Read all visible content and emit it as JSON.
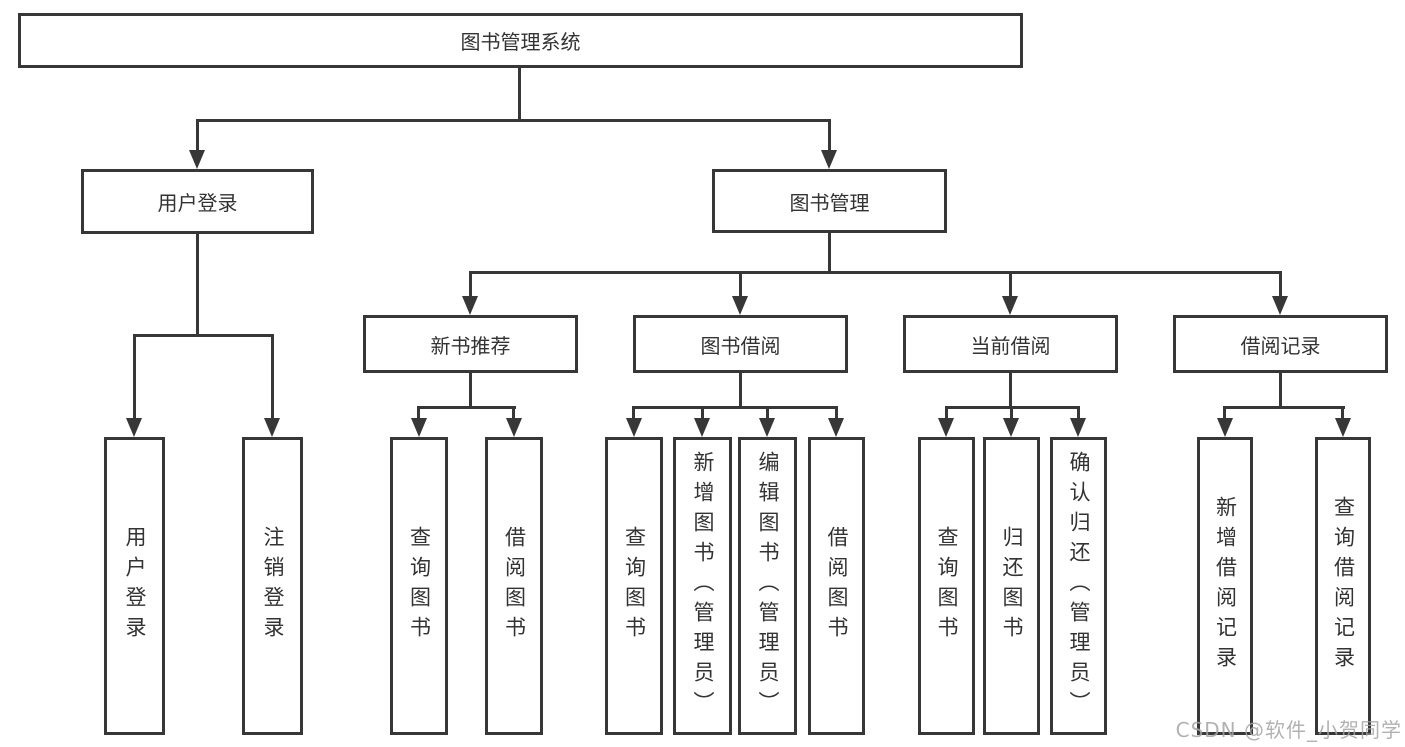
{
  "tree": {
    "root": {
      "label": "图书管理系统"
    },
    "branches": [
      {
        "label": "用户登录",
        "children": [
          {
            "label": "用户登录"
          },
          {
            "label": "注销登录"
          }
        ]
      },
      {
        "label": "图书管理",
        "children": [
          {
            "label": "新书推荐",
            "children": [
              {
                "label": "查询图书"
              },
              {
                "label": "借阅图书"
              }
            ]
          },
          {
            "label": "图书借阅",
            "children": [
              {
                "label": "查询图书"
              },
              {
                "label": "新增图书（管理员）"
              },
              {
                "label": "编辑图书（管理员）"
              },
              {
                "label": "借阅图书"
              }
            ]
          },
          {
            "label": "当前借阅",
            "children": [
              {
                "label": "查询图书"
              },
              {
                "label": "归还图书"
              },
              {
                "label": "确认归还（管理员）"
              }
            ]
          },
          {
            "label": "借阅记录",
            "children": [
              {
                "label": "新增借阅记录"
              },
              {
                "label": "查询借阅记录"
              }
            ]
          }
        ]
      }
    ]
  },
  "watermark": {
    "text": "CSDN @软件_小贺同学"
  },
  "colors": {
    "line": "#373737",
    "text": "#333333",
    "watermark": "#a5a5a5",
    "background": "#ffffff"
  }
}
